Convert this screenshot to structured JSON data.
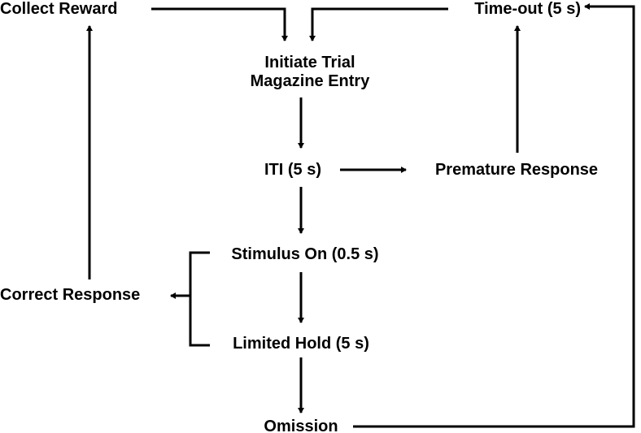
{
  "diagram": {
    "nodes": {
      "collect_reward": "Collect Reward",
      "time_out": "Time-out (5 s)",
      "initiate_trial": "Initiate Trial",
      "magazine_entry": "Magazine Entry",
      "iti": "ITI (5 s)",
      "premature_response": "Premature Response",
      "stimulus_on": "Stimulus On (0.5 s)",
      "correct_response": "Correct Response",
      "limited_hold": "Limited Hold (5 s)",
      "omission": "Omission"
    },
    "edges": [
      {
        "from": "collect_reward",
        "to": "initiate_trial"
      },
      {
        "from": "time_out",
        "to": "initiate_trial"
      },
      {
        "from": "initiate_trial",
        "to": "iti"
      },
      {
        "from": "iti",
        "to": "premature_response"
      },
      {
        "from": "premature_response",
        "to": "time_out"
      },
      {
        "from": "iti",
        "to": "stimulus_on"
      },
      {
        "from": "stimulus_on",
        "to": "limited_hold"
      },
      {
        "from": "stimulus_on",
        "to": "correct_response"
      },
      {
        "from": "limited_hold",
        "to": "correct_response"
      },
      {
        "from": "correct_response",
        "to": "collect_reward"
      },
      {
        "from": "limited_hold",
        "to": "omission"
      },
      {
        "from": "omission",
        "to": "time_out"
      }
    ],
    "colors": {
      "ink": "#000000",
      "background": "#ffffff"
    }
  }
}
